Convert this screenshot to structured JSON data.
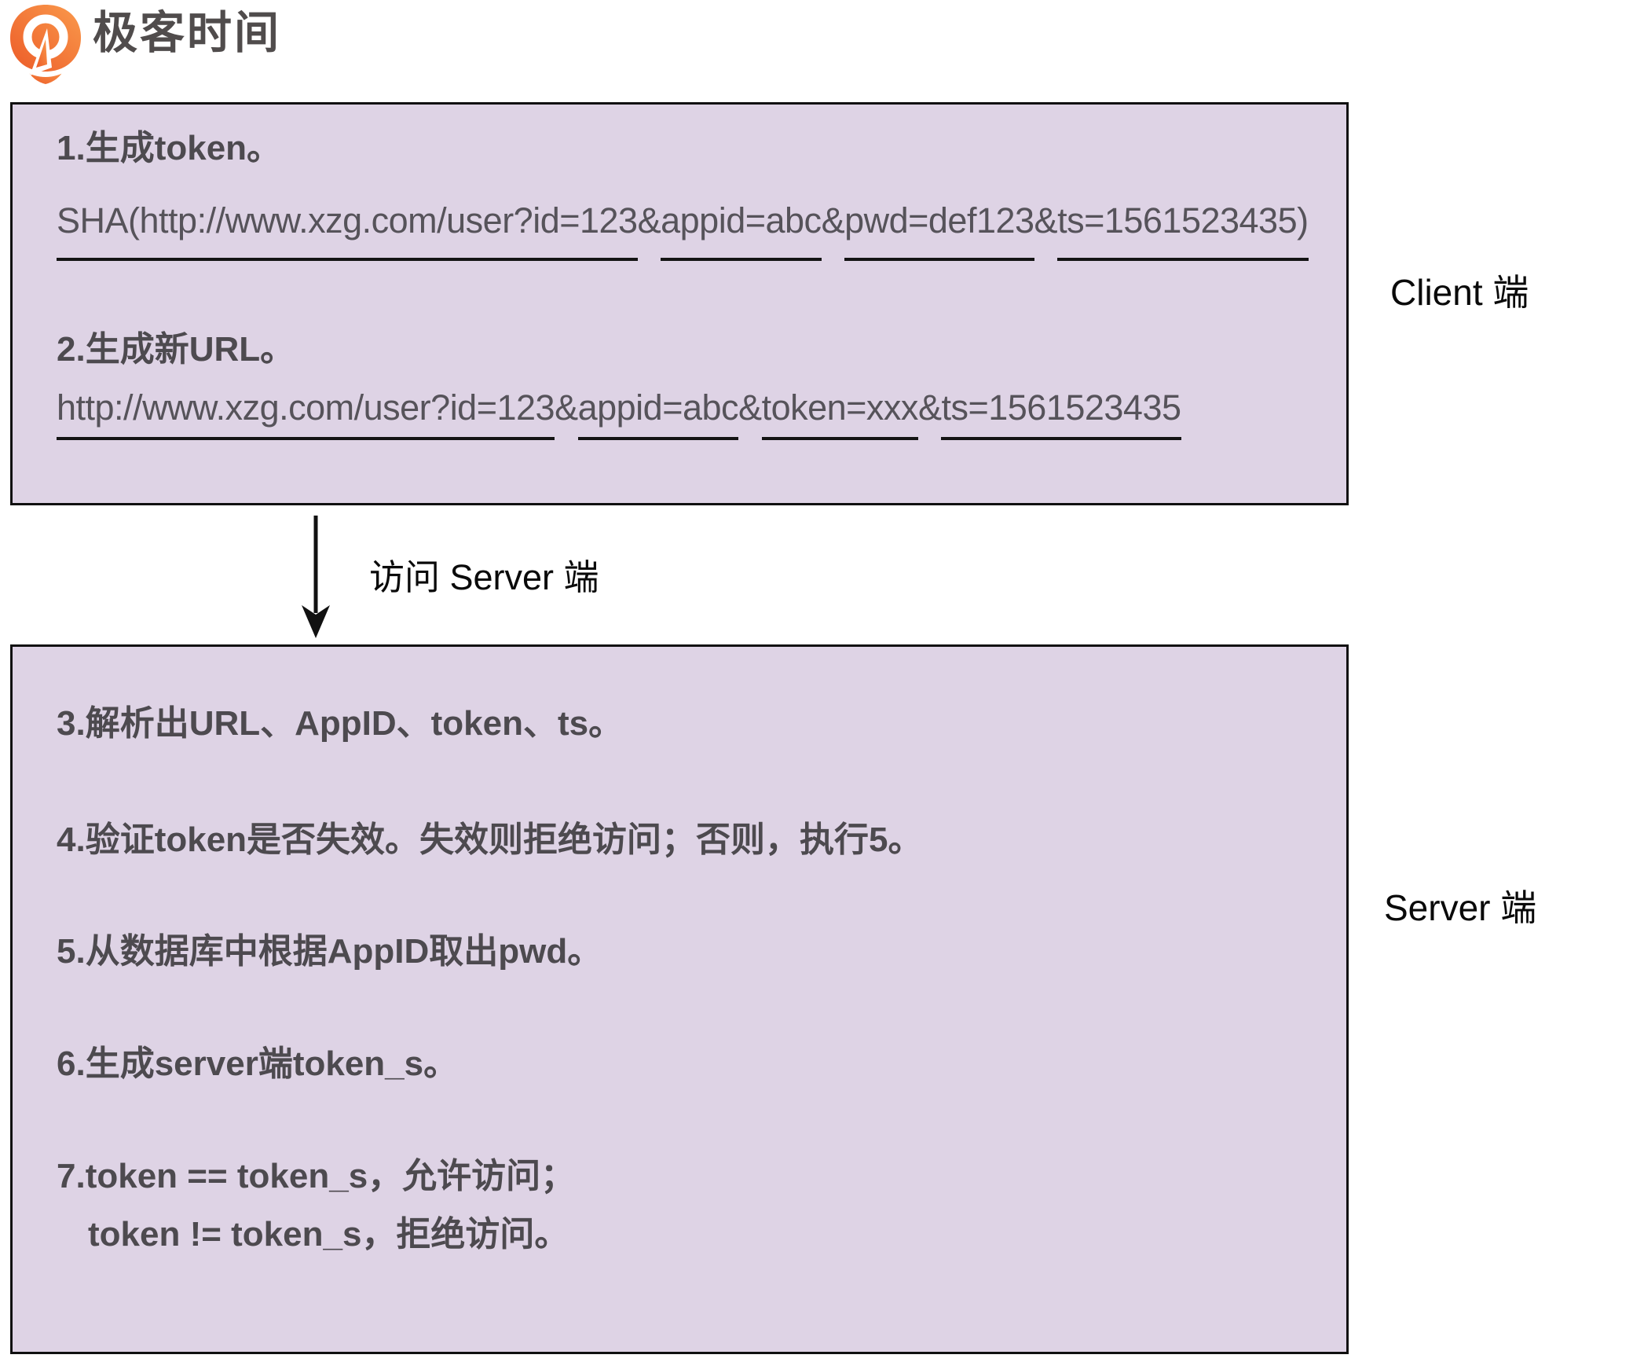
{
  "brand": {
    "name": "极客时间",
    "icon": "geektime-pin-icon",
    "orange_dark": "#ec5b28",
    "orange_light": "#fa9a4c",
    "text_color": "#504c4c"
  },
  "colors": {
    "panel_fill": "#ded3e5",
    "panel_border": "#101010",
    "step_text": "#4d4a4f",
    "underline": "#141414",
    "label_text": "#0a0a0a"
  },
  "client_box": {
    "step1_title": "1.生成token。",
    "sha_parts": [
      {
        "t": "SHA(http://www.xzg.com/user?id=123",
        "u": true
      },
      {
        "t": "&",
        "u": false
      },
      {
        "t": "appid=abc",
        "u": true
      },
      {
        "t": "&",
        "u": false
      },
      {
        "t": "pwd=def123",
        "u": true
      },
      {
        "t": "&",
        "u": false
      },
      {
        "t": "ts=1561523435)",
        "u": true
      }
    ],
    "step2_title": "2.生成新URL。",
    "url_parts": [
      {
        "t": "http://www.xzg.com/user?id=123",
        "u": true
      },
      {
        "t": "&",
        "u": false
      },
      {
        "t": "appid=abc",
        "u": true
      },
      {
        "t": "&",
        "u": false
      },
      {
        "t": "token=xxx",
        "u": true
      },
      {
        "t": "&",
        "u": false
      },
      {
        "t": "ts=1561523435",
        "u": true
      }
    ]
  },
  "server_box": {
    "steps": [
      "3.解析出URL、AppID、token、ts。",
      "4.验证token是否失效。失效则拒绝访问；否则，执行5。",
      "5.从数据库中根据AppID取出pwd。",
      "6.生成server端token_s。",
      "7.token == token_s，允许访问；",
      "token != token_s，拒绝访问。"
    ]
  },
  "labels": {
    "client_side": "Client 端",
    "server_side": "Server 端",
    "arrow_caption": "访问 Server 端"
  }
}
